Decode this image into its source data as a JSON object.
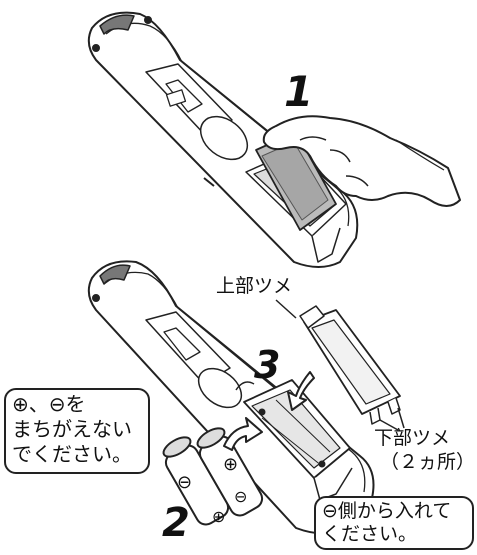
{
  "steps": [
    "1",
    "2",
    "3"
  ],
  "labels": {
    "upper_tab": "上部ツメ",
    "lower_tab_line1": "下部ツメ",
    "lower_tab_line2": "（２ヵ所）"
  },
  "notes": {
    "polarity_line1": "⊕、⊖を",
    "polarity_line2": "まちがえない",
    "polarity_line3": "でください。",
    "insert_line1": "⊖側から入れて",
    "insert_line2": "ください。"
  },
  "battery_symbols": {
    "plus": "⊕",
    "minus": "⊖"
  }
}
